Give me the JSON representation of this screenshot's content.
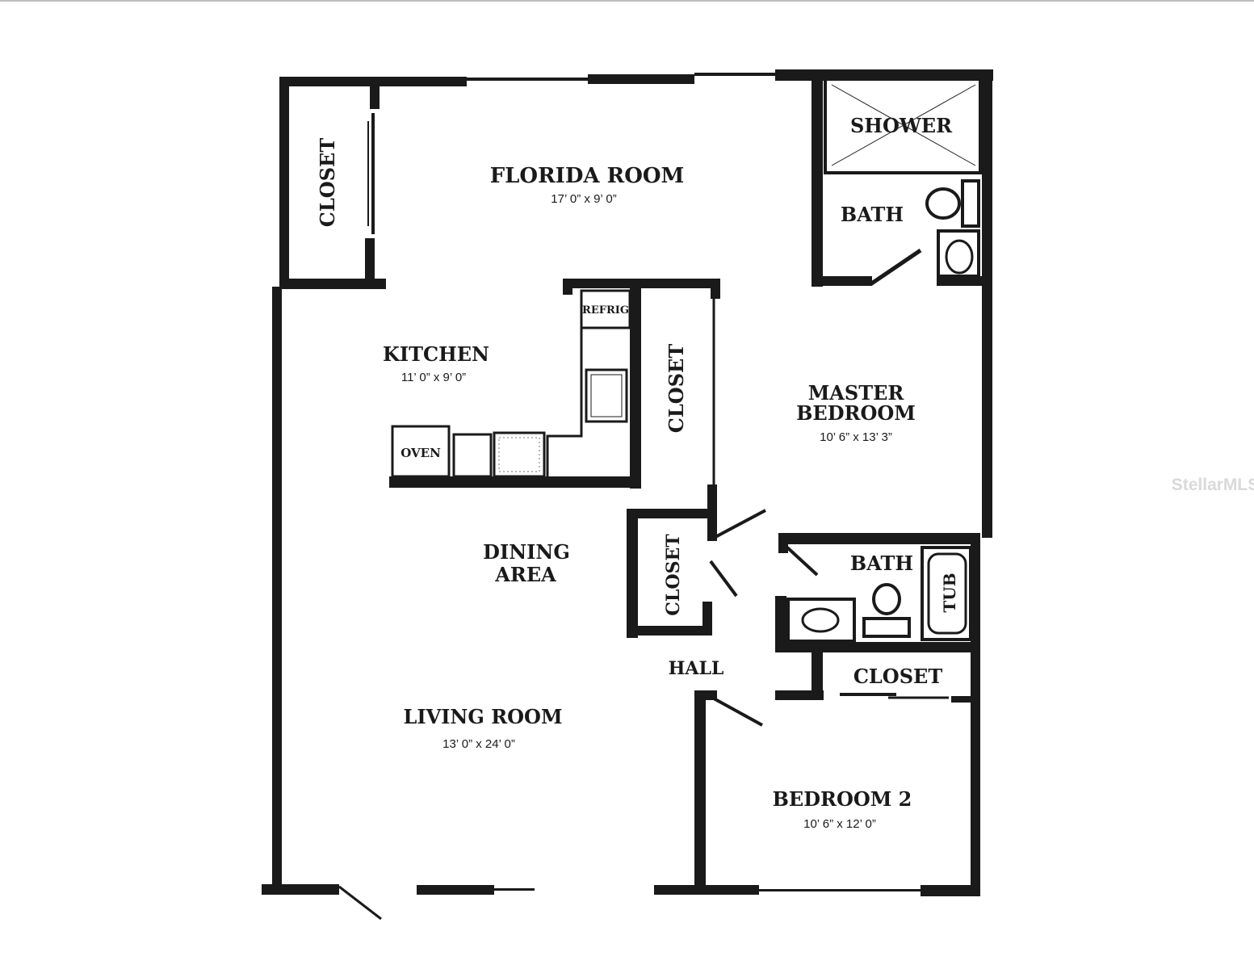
{
  "rooms": {
    "florida_room": {
      "name": "FLORIDA ROOM",
      "dim": "17’ 0” x 9’ 0”"
    },
    "kitchen": {
      "name": "KITCHEN",
      "dim": "11’ 0” x 9’ 0”"
    },
    "master_bedroom": {
      "name_line1": "MASTER",
      "name_line2": "BEDROOM",
      "dim": "10’ 6” x 13’ 3”"
    },
    "dining_area": {
      "name_line1": "DINING",
      "name_line2": "AREA"
    },
    "living_room": {
      "name": "LIVING ROOM",
      "dim": "13’ 0” x 24’ 0”"
    },
    "bedroom_2": {
      "name": "BEDROOM 2",
      "dim": "10’ 6” x 12’ 0”"
    },
    "hall": {
      "name": "HALL"
    }
  },
  "labels": {
    "closet_florida": "CLOSET",
    "closet_kitchen": "CLOSET",
    "closet_hall": "CLOSET",
    "closet_bedroom2": "CLOSET",
    "shower": "SHOWER",
    "bath_master": "BATH",
    "bath_hall": "BATH",
    "tub": "TUB",
    "refrig": "REFRIG",
    "oven": "OVEN"
  },
  "watermark": "StellarMLS",
  "colors": {
    "wall": "#1a1a1a",
    "background": "#ffffff",
    "watermark": "#d9d9d9"
  }
}
